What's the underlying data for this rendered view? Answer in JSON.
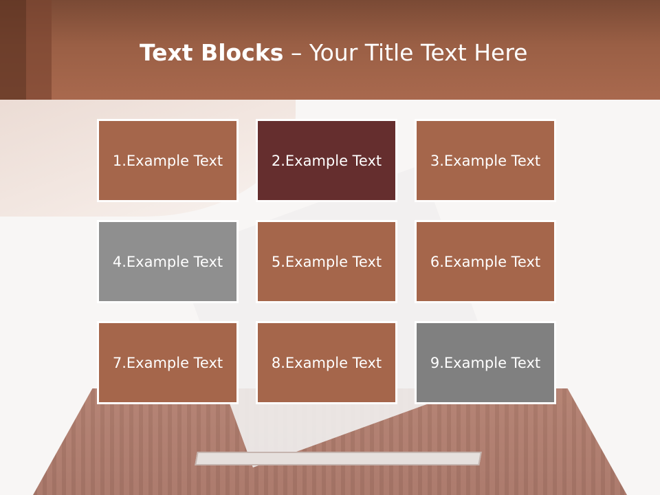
{
  "title": {
    "bold": "Text Blocks",
    "dash": " – ",
    "normal": "Your Title Text Here"
  },
  "colors": {
    "header": "#a9694e",
    "block_default": "#a5664b",
    "block_dark": "#652e2e",
    "block_gray": "#8f8f8f",
    "block_gray_dark": "#808080"
  },
  "blocks": [
    {
      "label": "1.Example Text",
      "color": "#a5664b"
    },
    {
      "label": "2.Example Text",
      "color": "#652e2e"
    },
    {
      "label": "3.Example Text",
      "color": "#a5664b"
    },
    {
      "label": "4.Example Text",
      "color": "#8f8f8f"
    },
    {
      "label": "5.Example Text",
      "color": "#a5664b"
    },
    {
      "label": "6.Example Text",
      "color": "#a5664b"
    },
    {
      "label": "7.Example Text",
      "color": "#a5664b"
    },
    {
      "label": "8.Example Text",
      "color": "#a5664b"
    },
    {
      "label": "9.Example Text",
      "color": "#808080"
    }
  ]
}
